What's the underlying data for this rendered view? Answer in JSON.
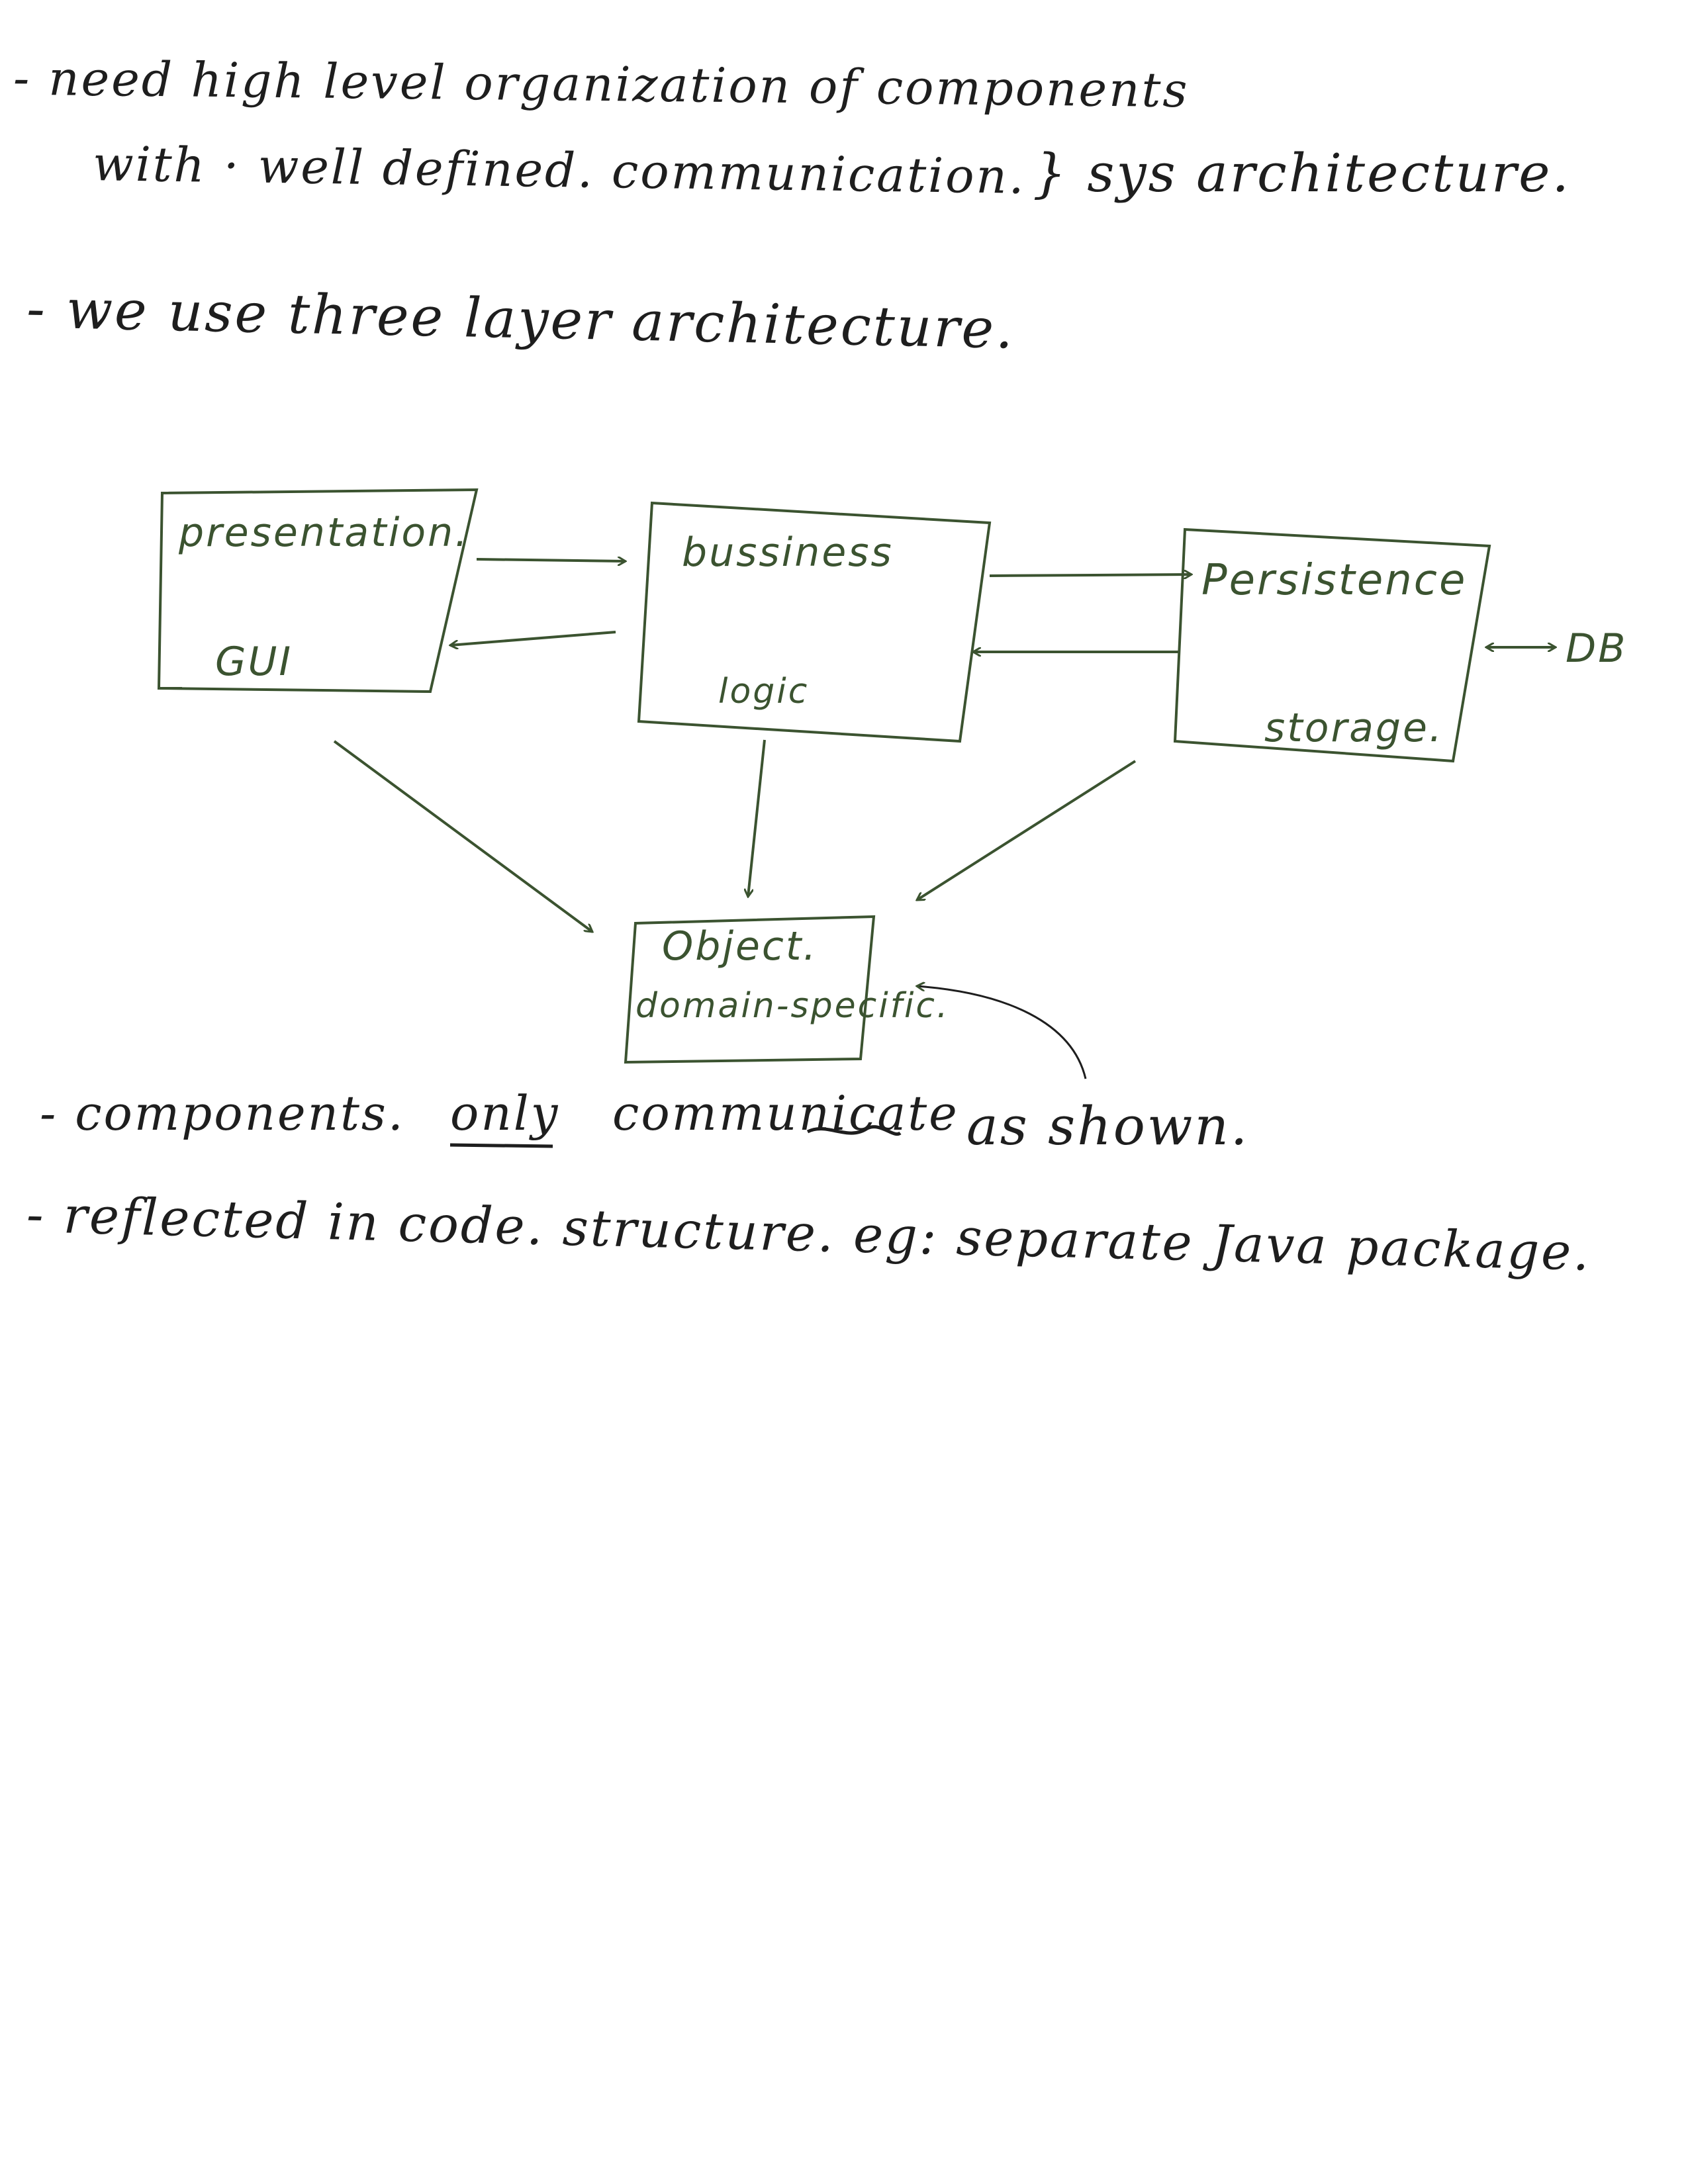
{
  "notes": {
    "line1_part1": "- need high level organization of components",
    "line1_part2": "with · well defined. communication.",
    "brace_label": "} sys architecture.",
    "line2": "- we use three layer architecture.",
    "line3_prefix": "- components.",
    "line3_only": "only",
    "line3_mid": "communicate",
    "line3_suffix": "as shown.",
    "line4": "- reflected in code. structure. eg: separate Java package."
  },
  "diagram": {
    "presentation": {
      "title": "presentation.",
      "subtitle": "GUI"
    },
    "business": {
      "title": "bussiness",
      "subtitle": "logic"
    },
    "persistence": {
      "title": "Persistence",
      "subtitle": "storage."
    },
    "db_label": "DB",
    "object": {
      "title": "Object.",
      "subtitle": "domain-specific."
    }
  },
  "colors": {
    "ink_black": "#1e1e1e",
    "ink_green": "#3b5330"
  }
}
